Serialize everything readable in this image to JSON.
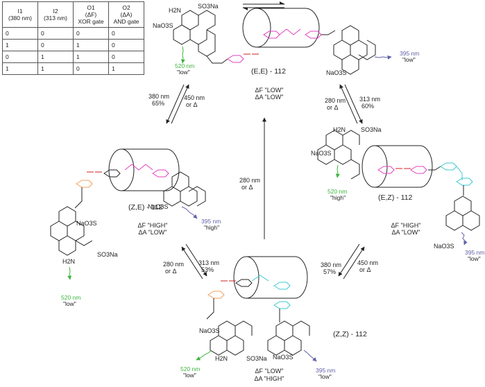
{
  "truth_table": {
    "headers": [
      {
        "l1": "I1",
        "l2": "(380 nm)",
        "l3": ""
      },
      {
        "l1": "I2",
        "l2": "(313 nm)",
        "l3": ""
      },
      {
        "l1": "O1",
        "l2": "(ΔF)",
        "l3": "XOR gate"
      },
      {
        "l1": "O2",
        "l2": "(ΔA)",
        "l3": "AND gate"
      }
    ],
    "rows": [
      [
        "0",
        "0",
        "0",
        "0"
      ],
      [
        "1",
        "0",
        "1",
        "0"
      ],
      [
        "0",
        "1",
        "1",
        "0"
      ],
      [
        "1",
        "1",
        "0",
        "1"
      ]
    ]
  },
  "states": {
    "ee": {
      "label": "(E,E) - 112",
      "dF": "ΔF \"LOW\"",
      "dA": "ΔA \"LOW\"",
      "em1": "520 nm",
      "em1q": "\"low\"",
      "em2": "395 nm",
      "em2q": "\"low\""
    },
    "ze": {
      "label": "(Z,E) - 112",
      "dF": "ΔF \"HIGH\"",
      "dA": "ΔA \"LOW\"",
      "em1": "520 nm",
      "em1q": "\"low\"",
      "em2": "395 nm",
      "em2q": "\"high\""
    },
    "ez": {
      "label": "(E,Z) - 112",
      "dF": "ΔF \"HIGH\"",
      "dA": "ΔA \"LOW\"",
      "em1": "520 nm",
      "em1q": "\"high\"",
      "em2": "395 nm",
      "em2q": "\"low\""
    },
    "zz": {
      "label": "(Z,Z) - 112",
      "dF": "ΔF \"LOW\"",
      "dA": "ΔA \"HIGH\"",
      "em1": "520 nm",
      "em1q": "\"low\"",
      "em2": "395 nm",
      "em2q": "\"low\""
    }
  },
  "arrows": {
    "ee_ze_fwd": {
      "l1": "380 nm",
      "l2": "65%"
    },
    "ee_ze_back": {
      "l1": "450 nm",
      "l2": "or Δ"
    },
    "ee_ez_back": {
      "l1": "280 nm",
      "l2": "or Δ"
    },
    "ee_ez_fwd": {
      "l1": "313 nm",
      "l2": "60%"
    },
    "zz_ee": {
      "l1": "280 nm",
      "l2": "or Δ"
    },
    "ze_zz_back": {
      "l1": "280 nm",
      "l2": "or Δ"
    },
    "ze_zz_fwd": {
      "l1": "313 nm",
      "l2": "53%"
    },
    "ez_zz_fwd": {
      "l1": "380 nm",
      "l2": "57%"
    },
    "ez_zz_back": {
      "l1": "450 nm",
      "l2": "or Δ"
    }
  },
  "groups": {
    "so3na": "SO3Na",
    "naso3": "NaO3S",
    "h2n": "H2N"
  },
  "colors": {
    "pink": "#e23fbf",
    "orange": "#f0a060",
    "cyan": "#3cc8d0",
    "green": "#3cb43c",
    "purple": "#6060a8",
    "red": "#d02020",
    "ink": "#222222"
  }
}
